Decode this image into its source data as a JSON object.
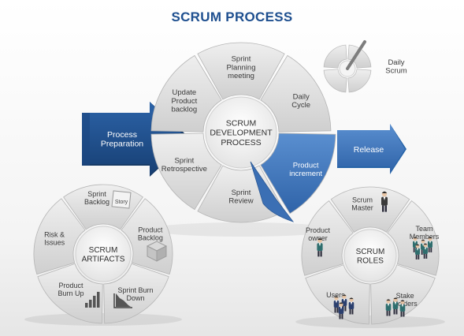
{
  "title": "SCRUM PROCESS",
  "colors": {
    "title": "#1e4f8f",
    "dark_blue": "#1f4f8e",
    "mid_blue": "#3f78bf",
    "segment": "#dcdcdc",
    "text": "#333333"
  },
  "main_cycle": {
    "center_lines": [
      "SCRUM",
      "DEVELOPMENT",
      "PROCESS"
    ],
    "segments": [
      {
        "lines": [
          "Sprint",
          "Planning",
          "meeting"
        ]
      },
      {
        "lines": [
          "Daily",
          "Cycle"
        ]
      },
      {
        "lines": [
          "Product",
          "increment"
        ]
      },
      {
        "lines": [
          "Sprint",
          "Review"
        ]
      },
      {
        "lines": [
          "Sprint",
          "Retrospective"
        ]
      },
      {
        "lines": [
          "Update",
          "Product",
          "backlog"
        ]
      }
    ]
  },
  "process_preparation": {
    "lines": [
      "Process",
      "Preparation"
    ]
  },
  "release": {
    "label": "Release"
  },
  "daily_scrum": {
    "lines": [
      "Daily",
      "Scrum"
    ]
  },
  "artifacts": {
    "center_lines": [
      "SCRUM",
      "ARTIFACTS"
    ],
    "segments": [
      {
        "lines": [
          "Sprint",
          "Backlog"
        ],
        "icon": "story-card-icon",
        "icon_text": "Story"
      },
      {
        "lines": [
          "Product",
          "Backlog"
        ],
        "icon": "box-icon"
      },
      {
        "lines": [
          "Sprint Burn",
          "Down"
        ],
        "icon": "burndown-chart-icon"
      },
      {
        "lines": [
          "Product",
          "Burn Up"
        ],
        "icon": "burnup-chart-icon"
      },
      {
        "lines": [
          "Risk &",
          "Issues"
        ]
      }
    ]
  },
  "roles": {
    "center_lines": [
      "SCRUM",
      "ROLES"
    ],
    "segments": [
      {
        "lines": [
          "Scrum",
          "Master"
        ],
        "icon": "person-icon"
      },
      {
        "lines": [
          "Team",
          "Members"
        ],
        "icon": "team-icon"
      },
      {
        "lines": [
          "Stake",
          "Holders"
        ],
        "icon": "group-icon"
      },
      {
        "lines": [
          "Users"
        ],
        "icon": "users-icon"
      },
      {
        "lines": [
          "Product",
          "owner"
        ],
        "icon": "person-icon"
      }
    ]
  }
}
